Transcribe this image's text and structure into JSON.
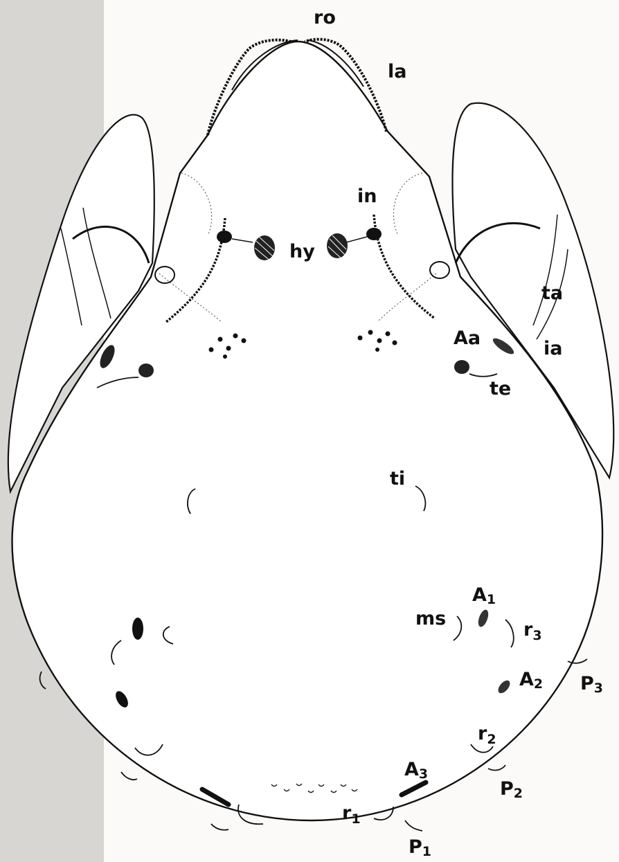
{
  "labels": {
    "ro": "ro",
    "la": "la",
    "in": "in",
    "hy": "hy",
    "ta": "ta",
    "ia": "ia",
    "aa": "Aa",
    "te": "te",
    "ti": "ti",
    "ms": "ms",
    "a1": {
      "letter": "A",
      "sub": "1"
    },
    "r3": {
      "letter": "r",
      "sub": "3"
    },
    "a2": {
      "letter": "A",
      "sub": "2"
    },
    "p3": {
      "letter": "P",
      "sub": "3"
    },
    "r2": {
      "letter": "r",
      "sub": "2"
    },
    "a3": {
      "letter": "A",
      "sub": "3"
    },
    "p2": {
      "letter": "P",
      "sub": "2"
    },
    "r1": {
      "letter": "r",
      "sub": "1"
    },
    "p1": {
      "letter": "P",
      "sub": "1"
    }
  },
  "colors": {
    "ink": "#111111",
    "paper": "#ffffff",
    "background": "#f3f1ee"
  }
}
